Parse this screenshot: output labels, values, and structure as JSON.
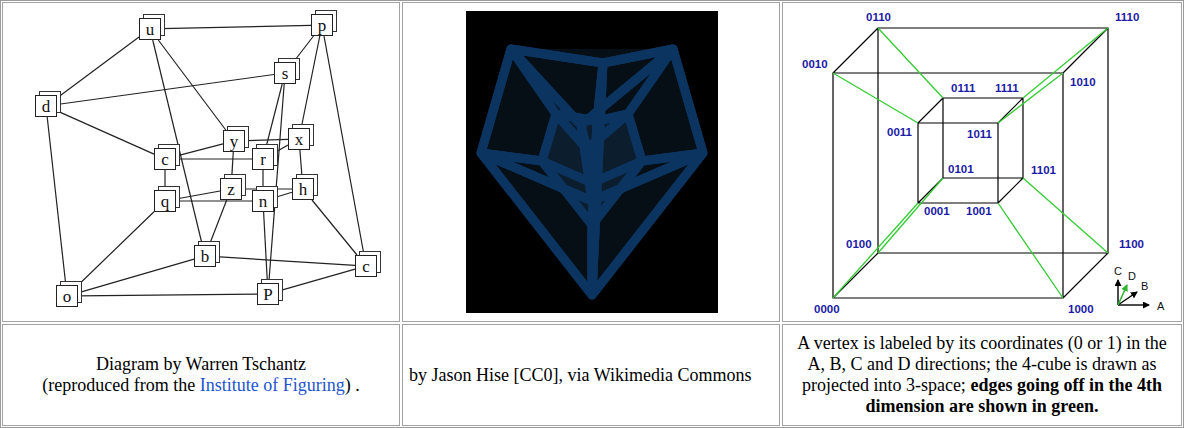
{
  "diagram": {
    "nodes": [
      {
        "text": [
          "u"
        ]
      },
      {
        "text": [
          "p"
        ]
      },
      {
        "text": [
          "d"
        ]
      },
      {
        "text": [
          "s"
        ]
      },
      {
        "text": [
          "y"
        ]
      },
      {
        "text": [
          "c"
        ]
      },
      {
        "text": [
          "r"
        ]
      },
      {
        "text": [
          "x"
        ]
      },
      {
        "text": [
          "q"
        ]
      },
      {
        "text": [
          "z"
        ]
      },
      {
        "text": [
          "n"
        ]
      },
      {
        "text": [
          "h"
        ]
      },
      {
        "text": [
          "b"
        ]
      },
      {
        "text": [
          "c"
        ]
      },
      {
        "text": [
          "o"
        ]
      },
      {
        "text": [
          "P"
        ]
      }
    ],
    "edges": [
      {
        "from": 2,
        "to": 3,
        "arrow": "none"
      },
      {
        "from": 3,
        "to": 1,
        "arrow": "none"
      },
      {
        "from": 1,
        "to": 0,
        "arrow": "none"
      },
      {
        "from": 0,
        "to": 2,
        "arrow": "none"
      },
      {
        "from": 14,
        "to": 15,
        "arrow": "none"
      },
      {
        "from": 15,
        "to": 13,
        "arrow": "none"
      },
      {
        "from": 13,
        "to": 12,
        "arrow": "none"
      },
      {
        "from": 12,
        "to": 14,
        "arrow": "none"
      },
      {
        "from": 2,
        "to": 14,
        "arrow": "none"
      },
      {
        "from": 3,
        "to": 15,
        "arrow": "none"
      },
      {
        "from": 1,
        "to": 13,
        "arrow": "none"
      },
      {
        "from": 0,
        "to": 12,
        "arrow": "none"
      },
      {
        "from": 5,
        "to": 6,
        "arrow": "none"
      },
      {
        "from": 6,
        "to": 7,
        "arrow": "none"
      },
      {
        "from": 7,
        "to": 4,
        "arrow": "none"
      },
      {
        "from": 4,
        "to": 5,
        "arrow": "none"
      },
      {
        "from": 8,
        "to": 10,
        "arrow": "none"
      },
      {
        "from": 10,
        "to": 11,
        "arrow": "none"
      },
      {
        "from": 11,
        "to": 9,
        "arrow": "none"
      },
      {
        "from": 9,
        "to": 8,
        "arrow": "none"
      },
      {
        "from": 5,
        "to": 8,
        "arrow": "none"
      },
      {
        "from": 6,
        "to": 10,
        "arrow": "none"
      },
      {
        "from": 7,
        "to": 11,
        "arrow": "none"
      },
      {
        "from": 4,
        "to": 9,
        "arrow": "none"
      },
      {
        "from": 2,
        "to": 5,
        "arrow": "none"
      },
      {
        "from": 3,
        "to": 6,
        "arrow": "none"
      },
      {
        "from": 1,
        "to": 7,
        "arrow": "none"
      },
      {
        "from": 0,
        "to": 4,
        "arrow": "none"
      },
      {
        "from": 14,
        "to": 8,
        "arrow": "none"
      },
      {
        "from": 15,
        "to": 10,
        "arrow": "none"
      },
      {
        "from": 13,
        "to": 11,
        "arrow": "none"
      },
      {
        "from": 12,
        "to": 9,
        "arrow": "none"
      }
    ],
    "labels": [
      "0110",
      "1110",
      "0010",
      "0111",
      "1111",
      "1010",
      "0011",
      "1011",
      "0101",
      "1101",
      "0001",
      "1001",
      "0100",
      "1100",
      "0000",
      "1000",
      "C",
      "D",
      "B",
      "A",
      "Diagram by Warren Tschantz",
      "(reproduced from the",
      "Institute of Figuring",
      ") .",
      "by Jason Hise [CC0], via Wikimedia Commons",
      "A vertex is labeled by its coordinates (0 or 1) in the A, B, C and D directions; the 4-cube is drawn as projected into 3-space;",
      "edges going off in the 4th dimension are shown in green."
    ]
  }
}
